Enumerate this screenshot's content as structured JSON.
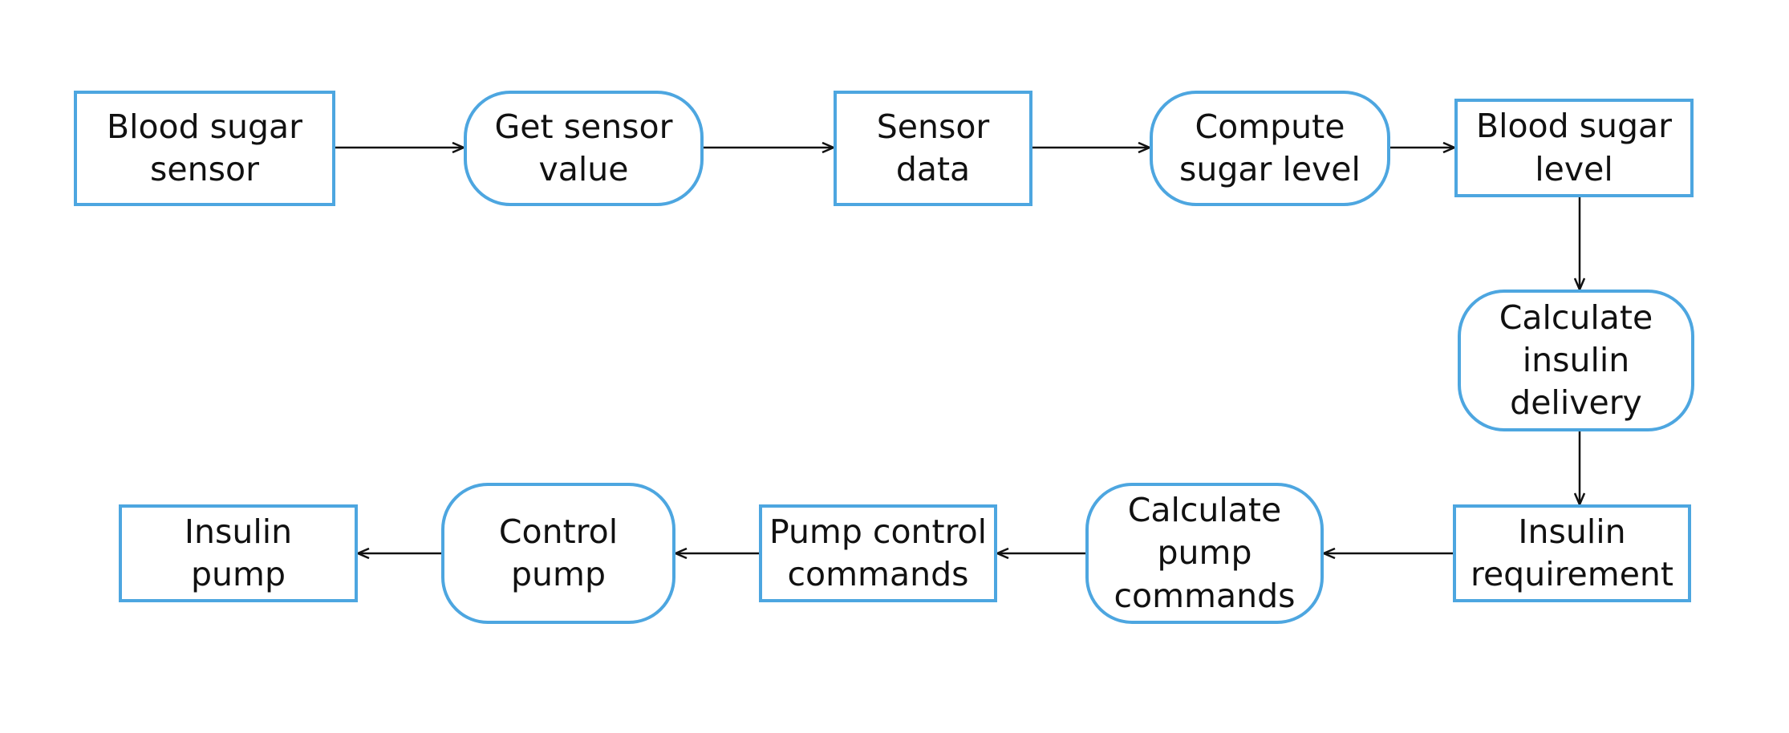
{
  "nodes": {
    "blood_sugar_sensor": "Blood sugar\nsensor",
    "get_sensor_value": "Get sensor\nvalue",
    "sensor_data": "Sensor\ndata",
    "compute_sugar_level": "Compute\nsugar level",
    "blood_sugar_level": "Blood sugar\nlevel",
    "calculate_insulin_delivery": "Calculate\ninsulin\ndelivery",
    "insulin_requirement": "Insulin\nrequirement",
    "calculate_pump_commands": "Calculate\npump\ncommands",
    "pump_control_commands": "Pump control\ncommands",
    "control_pump": "Control\npump",
    "insulin_pump": "Insulin\npump"
  },
  "colors": {
    "node_border": "#4da6e0",
    "arrow": "#111111",
    "text": "#111111"
  }
}
